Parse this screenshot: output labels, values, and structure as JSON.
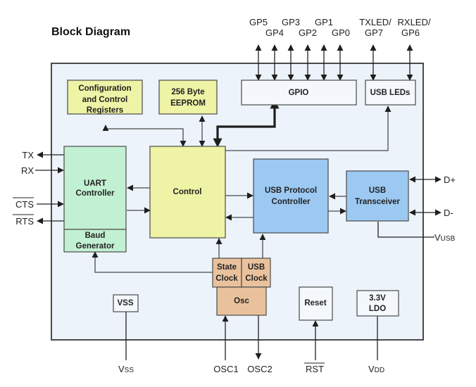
{
  "title": "Block Diagram",
  "colors": {
    "chip_fill": "#edf3fa",
    "chip_border": "#4a4a4a",
    "yellow_block": "#eef3a5",
    "green_block": "#c2f0d2",
    "blue_block": "#9cc9f2",
    "orange_block": "#e9c29d",
    "plain_block": "#f4f8fc"
  },
  "blocks": {
    "config": [
      "Configuration",
      "and Control",
      "Registers"
    ],
    "eeprom": [
      "256 Byte",
      "EEPROM"
    ],
    "gpio": "GPIO",
    "usb_leds": "USB LEDs",
    "uart": [
      "UART",
      "Controller"
    ],
    "baud": [
      "Baud",
      "Generator"
    ],
    "control": "Control",
    "usb_protocol": [
      "USB Protocol",
      "Controller"
    ],
    "usb_transceiver": [
      "USB",
      "Transceiver"
    ],
    "state_clock": [
      "State",
      "Clock"
    ],
    "usb_clock": [
      "USB",
      "Clock"
    ],
    "osc": "Osc",
    "vss_block": "VSS",
    "reset": "Reset",
    "ldo": [
      "3.3V",
      "LDO"
    ]
  },
  "pins": {
    "gpio_top": [
      "GP5",
      "GP3",
      "GP1"
    ],
    "gpio_bottom": [
      "GP4",
      "GP2",
      "GP0"
    ],
    "txled": [
      "TXLED/",
      "GP7"
    ],
    "rxled": [
      "RXLED/",
      "GP6"
    ],
    "tx": "TX",
    "rx": "RX",
    "cts": "CTS",
    "rts": "RTS",
    "dplus": "D+",
    "dminus": "D-",
    "vusb": {
      "main": "V",
      "sub": "USB"
    },
    "vss": {
      "main": "V",
      "sub": "SS"
    },
    "osc1": "OSC1",
    "osc2": "OSC2",
    "rst": "RST",
    "vdd": {
      "main": "V",
      "sub": "DD"
    }
  }
}
